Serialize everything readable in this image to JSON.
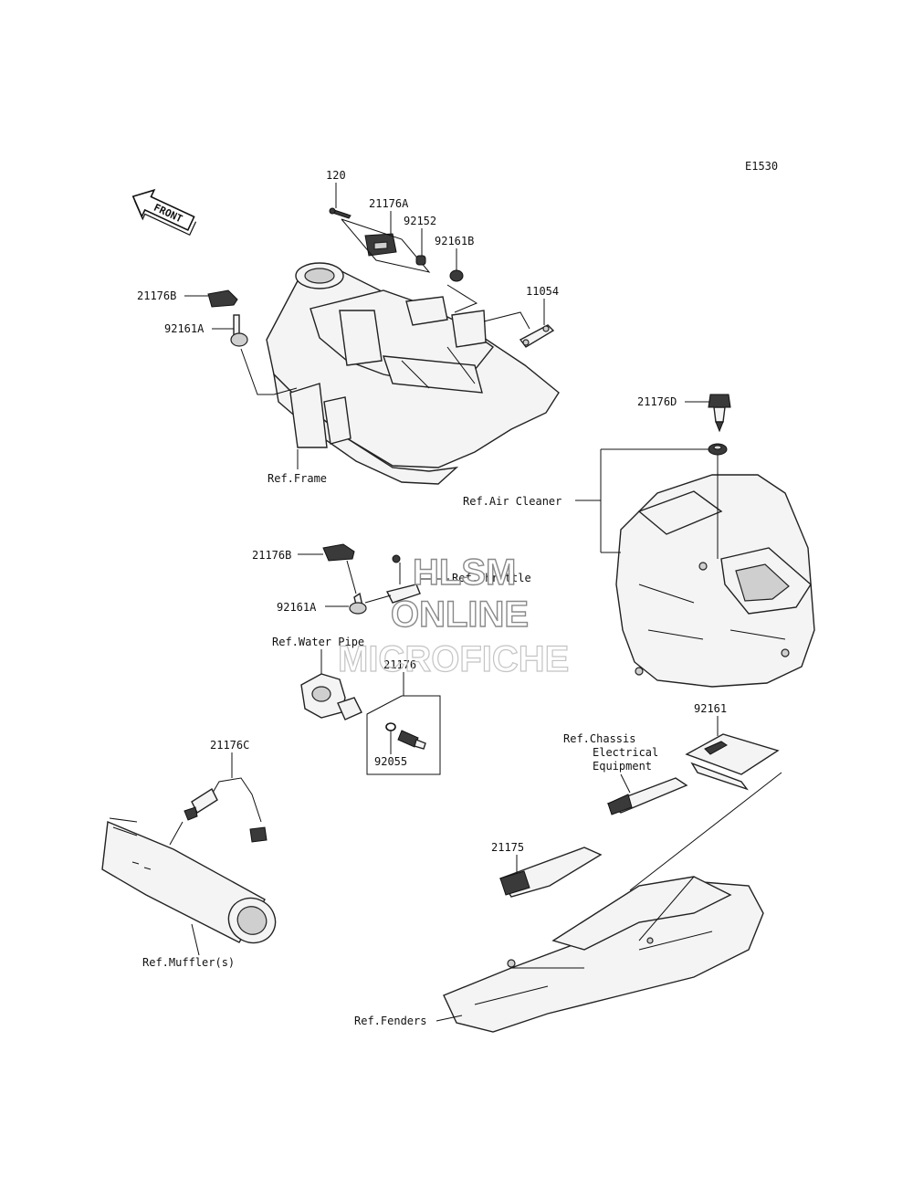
{
  "diagram_code": "E1530",
  "front_arrow_label": "FRONT",
  "watermark": {
    "line1": "HLSM",
    "line2": "ONLINE",
    "line3": "MICROFICHE"
  },
  "part_labels": {
    "p120": "120",
    "p21176A": "21176A",
    "p92152": "92152",
    "p92161B": "92161B",
    "p11054": "11054",
    "p21176B_top": "21176B",
    "p92161A_top": "92161A",
    "p21176D": "21176D",
    "p21176B_mid": "21176B",
    "p92161A_mid": "92161A",
    "p21176": "21176",
    "p92055": "92055",
    "p21176C": "21176C",
    "p92161": "92161",
    "p21175": "21175"
  },
  "ref_labels": {
    "frame": "Ref.Frame",
    "air_cleaner": "Ref.Air Cleaner",
    "throttle": "Ref.Throttle",
    "water_pipe": "Ref.Water Pipe",
    "chassis_line1": "Ref.Chassis",
    "chassis_line2": "Electrical",
    "chassis_line3": "Equipment",
    "mufflers": "Ref.Muffler(s)",
    "fenders": "Ref.Fenders"
  }
}
